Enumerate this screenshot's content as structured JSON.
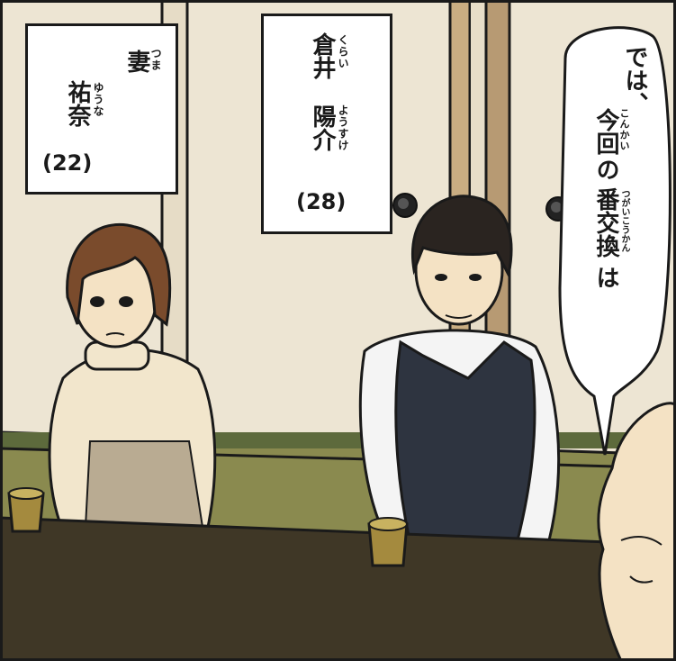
{
  "wife": {
    "role": "妻",
    "role_ruby": "つま",
    "name": "祐奈",
    "name_ruby": "ゆうな",
    "age": "(22)"
  },
  "husband": {
    "surname": "倉井",
    "surname_ruby": "くらい",
    "given_name": "陽介",
    "given_ruby": "ようすけ",
    "age": "(28)"
  },
  "speech": {
    "col1": "では、",
    "col2a": "今回",
    "col2a_ruby": "こんかい",
    "col2b": "の",
    "col3a": "番交換",
    "col3a_ruby": "つがいこうかん",
    "col3b": "は"
  },
  "colors": {
    "wall": "#ede5d3",
    "pillar": "#b79a73",
    "table": "#3f3726",
    "tatami": "#8a8a4f",
    "sweater": "#f2e6cc",
    "vest": "#2e3440",
    "hair_woman": "#7a4b2c",
    "hair_man": "#2a2420"
  }
}
